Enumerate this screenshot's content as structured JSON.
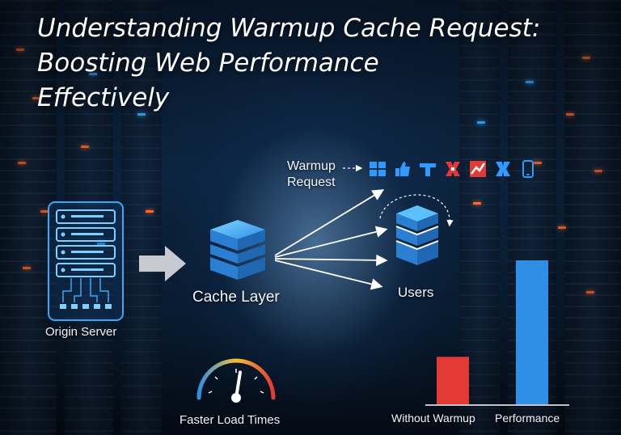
{
  "title": {
    "line1": "Understanding Warmup Cache Request:",
    "line2": "Boosting Web Performance",
    "line3": "Effectively"
  },
  "labels": {
    "origin_server": "Origin Server",
    "cache_layer": "Cache Layer",
    "users": "Users",
    "warmup_line1": "Warmup",
    "warmup_line2": "Request",
    "faster_load_times": "Faster Load Times",
    "without_warmup": "Without Warmup",
    "performance": "Performance"
  },
  "icons": [
    "grid-icon",
    "thumb-icon",
    "chart-icon",
    "cross-icon",
    "trend-icon",
    "link-icon",
    "phone-icon"
  ],
  "colors": {
    "accent_blue": "#2f8fe6",
    "accent_red": "#e23a35",
    "glow_blue": "#38a8ff"
  },
  "chart_data": {
    "type": "bar",
    "categories": [
      "Without Warmup",
      "Performance"
    ],
    "values": [
      0.33,
      1.0
    ],
    "colors": [
      "#e23a35",
      "#2f8fe6"
    ],
    "ylim": [
      0,
      1
    ]
  },
  "gauge": {
    "value": 0.55
  }
}
